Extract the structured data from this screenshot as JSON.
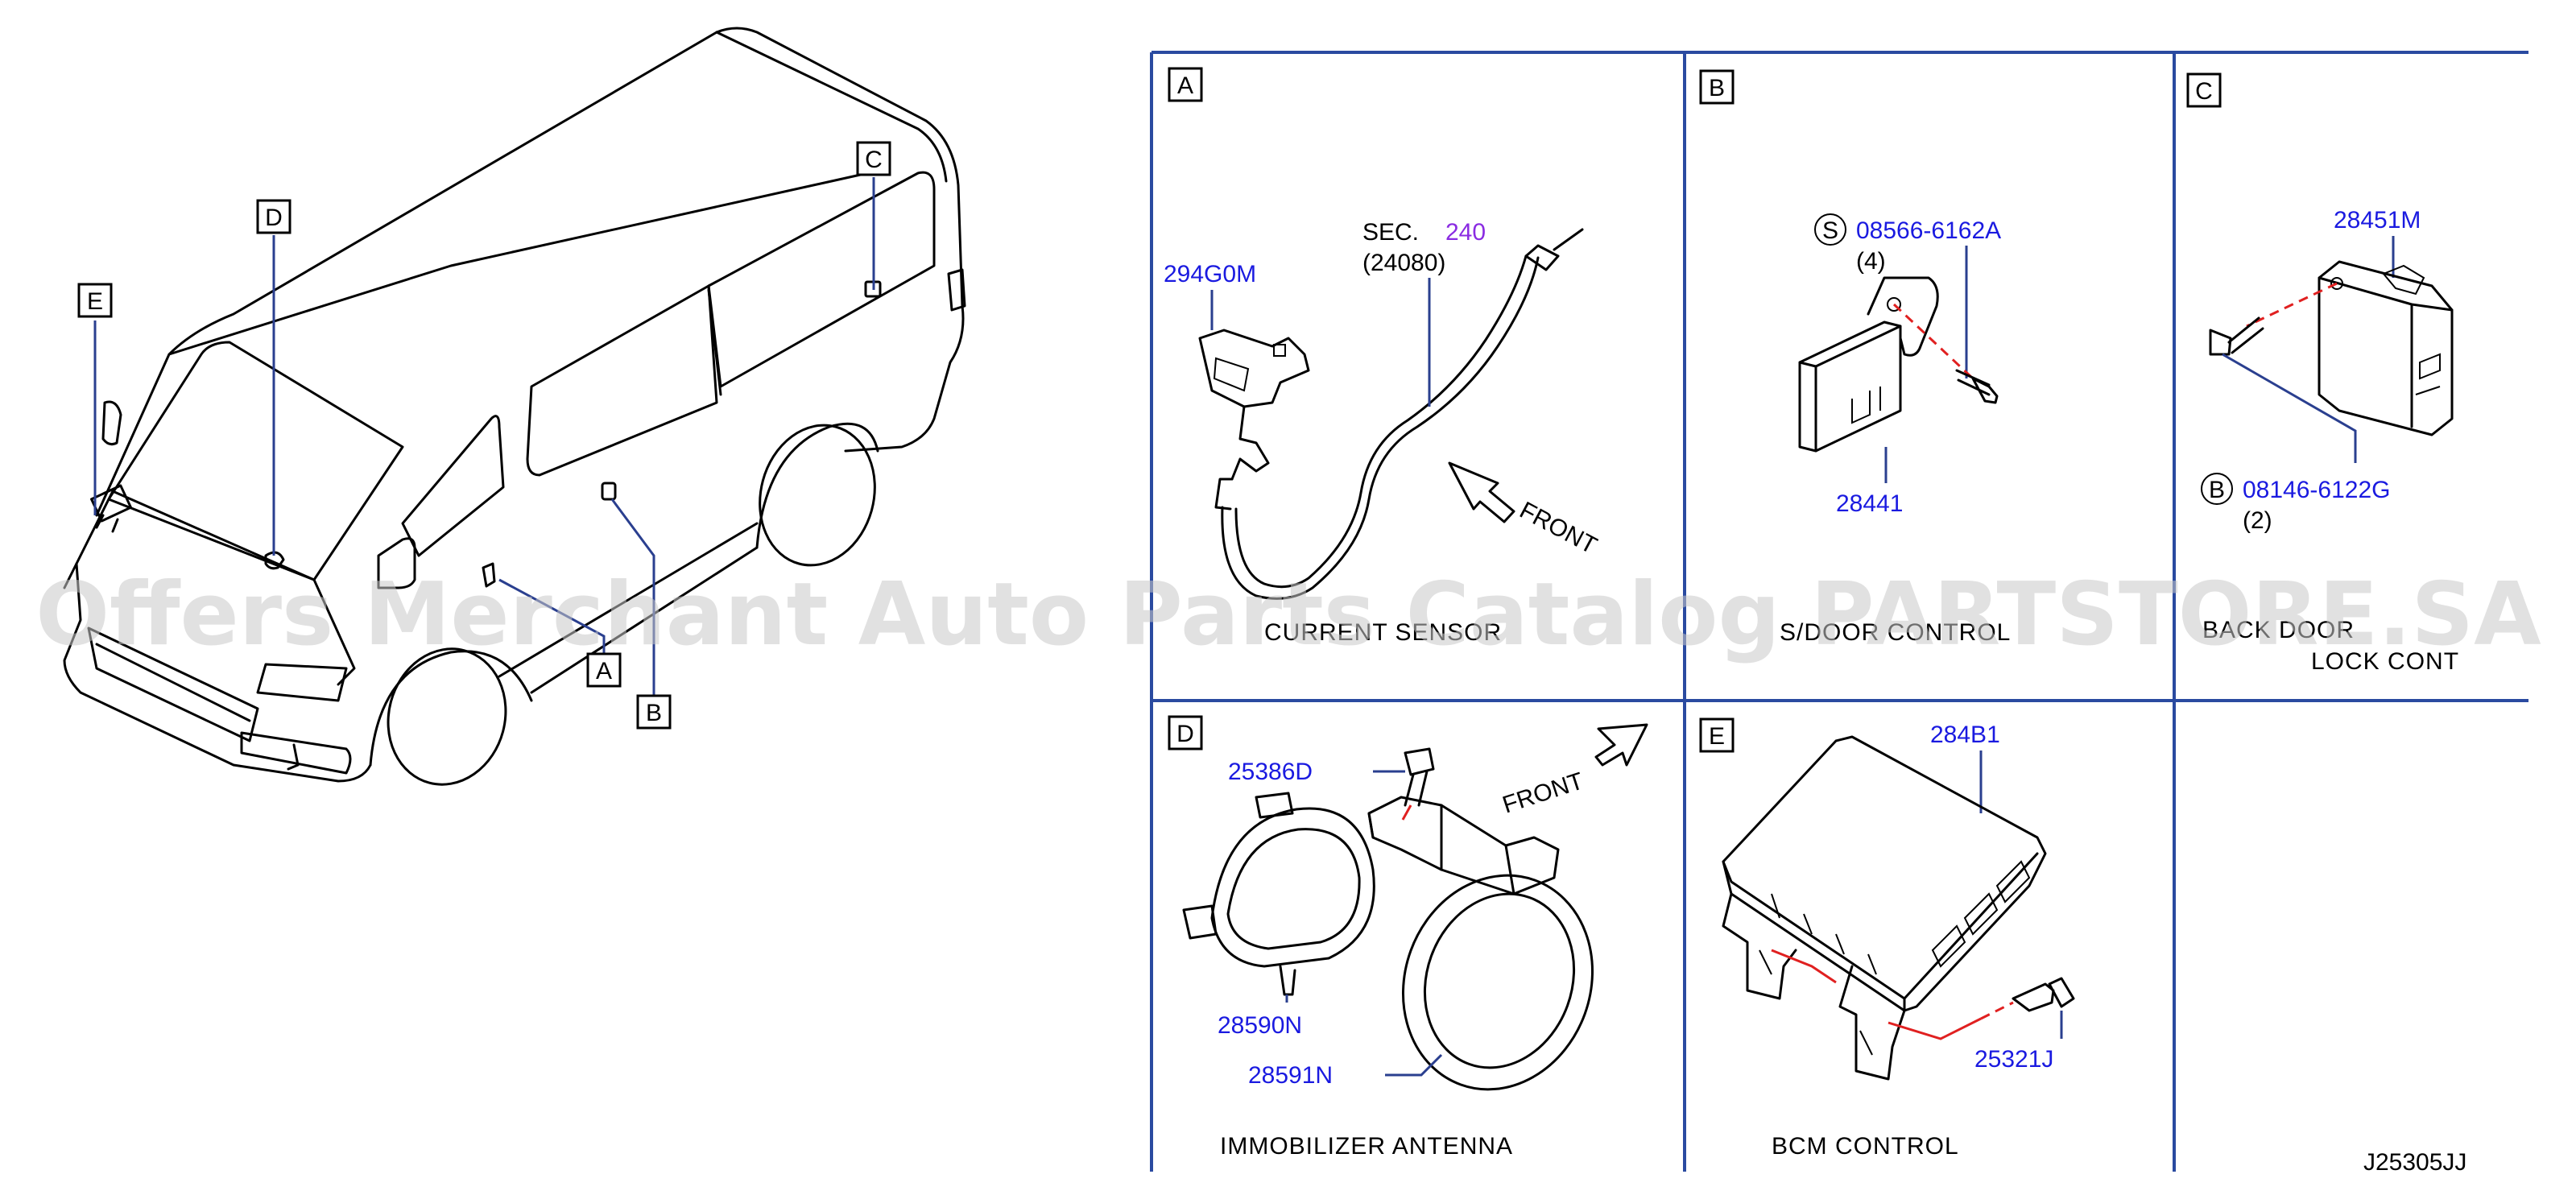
{
  "panels": {
    "A": {
      "letter": "A",
      "caption": "CURRENT SENSOR",
      "sec_prefix": "SEC.",
      "sec_number": "240",
      "sec_ref": "(24080)",
      "front": "FRONT",
      "parts": [
        {
          "number": "294G0M"
        }
      ]
    },
    "B": {
      "letter": "B",
      "caption": "S/DOOR CONTROL",
      "bolt_badge": "S",
      "bolt_number": "08566-6162A",
      "bolt_qty": "(4)",
      "parts": [
        {
          "number": "28441"
        }
      ]
    },
    "C": {
      "letter": "C",
      "caption_line1": "BACK DOOR",
      "caption_line2": "LOCK CONT",
      "bolt_badge": "B",
      "bolt_number": "08146-6122G",
      "bolt_qty": "(2)",
      "parts": [
        {
          "number": "28451M"
        }
      ]
    },
    "D": {
      "letter": "D",
      "caption": "IMMOBILIZER ANTENNA",
      "front": "FRONT",
      "parts": [
        {
          "number": "25386D"
        },
        {
          "number": "28590N"
        },
        {
          "number": "28591N"
        }
      ]
    },
    "E": {
      "letter": "E",
      "caption": "BCM CONTROL",
      "parts": [
        {
          "number": "284B1"
        },
        {
          "number": "25321J"
        }
      ]
    }
  },
  "van_callouts": [
    "A",
    "B",
    "C",
    "D",
    "E"
  ],
  "drawing_code": "J25305JJ",
  "watermark": "Offers Merchant Auto Parts Catalog PARTSTORE.SA",
  "colors": {
    "part_number": "#1a1ae0",
    "section_link": "#8a2be2",
    "grid_lines": "#2a4aa0",
    "leader_lines": "#2a3f8f",
    "fastener_path": "#e02020"
  }
}
